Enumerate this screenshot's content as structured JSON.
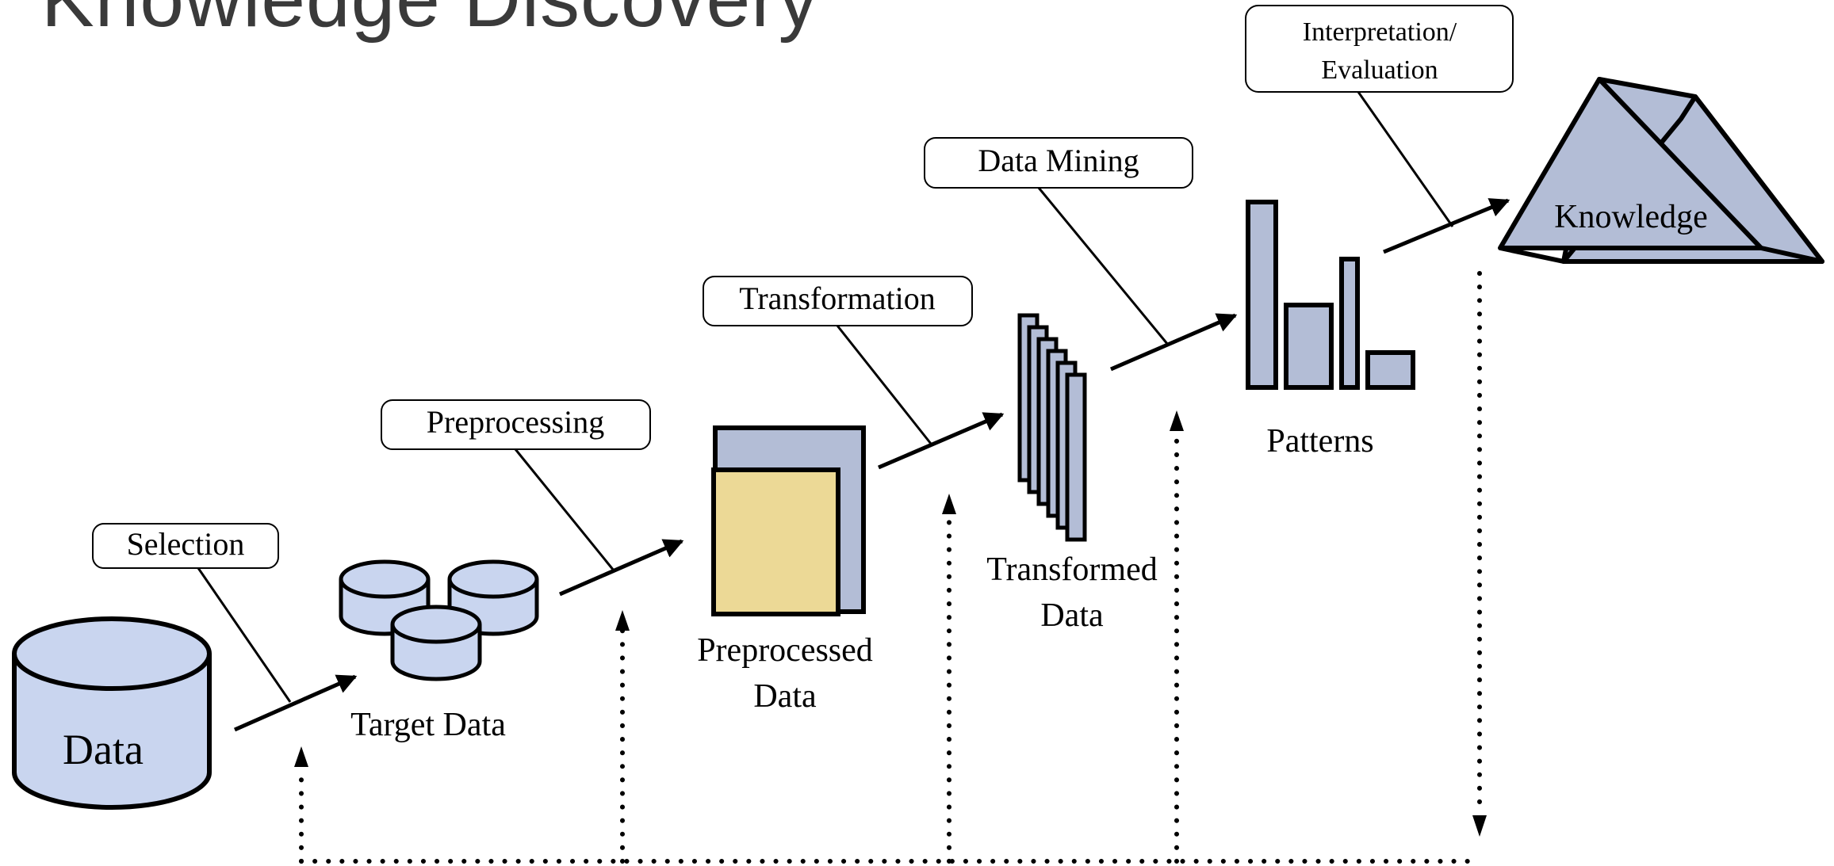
{
  "title": "Knowledge Discovery",
  "colors": {
    "shape_fill": "#b3bdd6",
    "data_fill": "#c9d5ef",
    "preprocessed_front_fill": "#ecd996",
    "stroke": "#000000",
    "title_color": "#3a3a3a"
  },
  "steps": {
    "selection": "Selection",
    "preprocessing": "Preprocessing",
    "transformation": "Transformation",
    "data_mining": "Data Mining",
    "interpretation_line1": "Interpretation/",
    "interpretation_line2": "Evaluation"
  },
  "stages": {
    "data": "Data",
    "target_data": "Target Data",
    "preprocessed_data_line1": "Preprocessed",
    "preprocessed_data_line2": "Data",
    "transformed_data_line1": "Transformed",
    "transformed_data_line2": "Data",
    "patterns": "Patterns",
    "knowledge": "Knowledge"
  }
}
